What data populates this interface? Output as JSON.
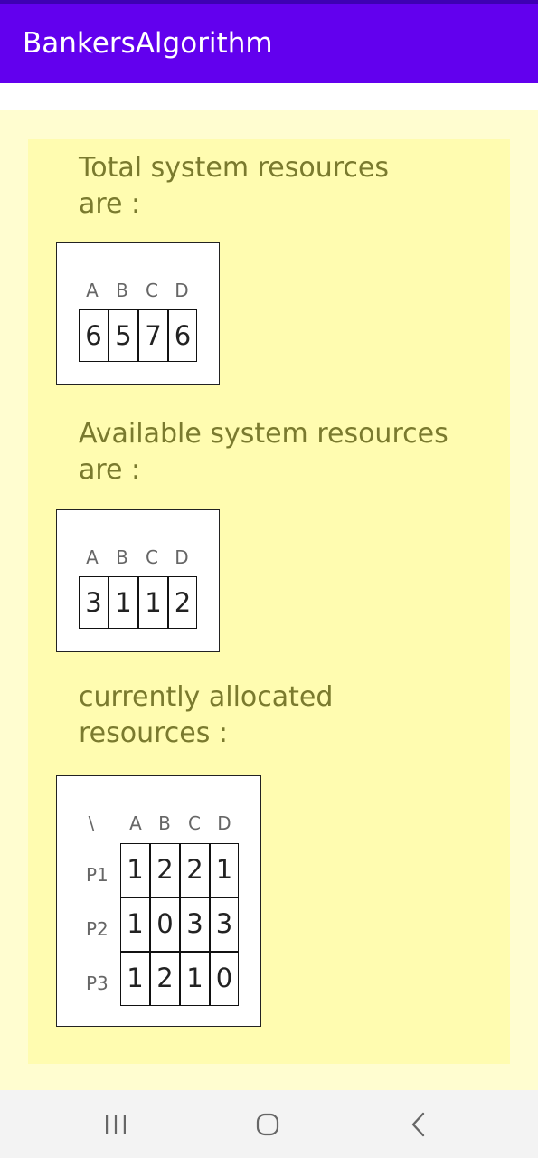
{
  "app": {
    "title": "BankersAlgorithm"
  },
  "sections": {
    "total": {
      "heading": "Total system resources\nare :",
      "headers": [
        "A",
        "B",
        "C",
        "D"
      ],
      "values": [
        "6",
        "5",
        "7",
        "6"
      ]
    },
    "available": {
      "heading": "Available system resources\nare :",
      "headers": [
        "A",
        "B",
        "C",
        "D"
      ],
      "values": [
        "3",
        "1",
        "1",
        "2"
      ]
    },
    "allocated": {
      "heading": "currently allocated\nresources :",
      "corner": "\\",
      "headers": [
        "A",
        "B",
        "C",
        "D"
      ],
      "rows": [
        {
          "label": "P1",
          "values": [
            "1",
            "2",
            "2",
            "1"
          ]
        },
        {
          "label": "P2",
          "values": [
            "1",
            "0",
            "3",
            "3"
          ]
        },
        {
          "label": "P3",
          "values": [
            "1",
            "2",
            "1",
            "0"
          ]
        }
      ]
    }
  },
  "navbar": {
    "icons": [
      "recent-apps-icon",
      "home-icon",
      "back-icon"
    ]
  }
}
